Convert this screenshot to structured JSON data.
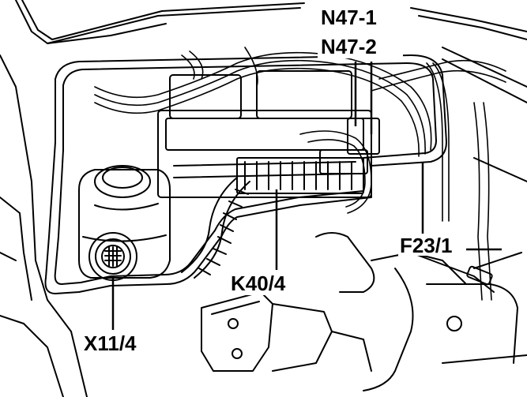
{
  "labels": {
    "n47_1": "N47-1",
    "n47_2": "N47-2",
    "f23_1": "F23/1",
    "k40_4": "K40/4",
    "x11_4": "X11/4"
  },
  "colors": {
    "line": "#000000",
    "background": "#ffffff",
    "shade": "#d9d9d9"
  }
}
